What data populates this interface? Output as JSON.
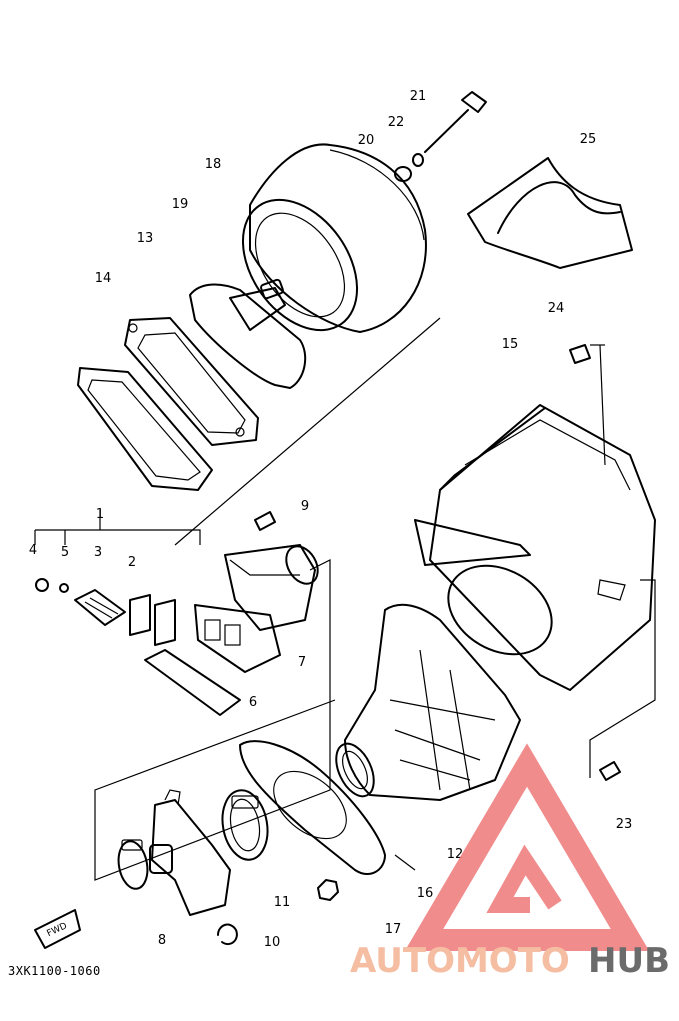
{
  "document_code": "3XK1100-1060",
  "fwd_label": "FWD",
  "callouts": [
    "1",
    "2",
    "3",
    "4",
    "5",
    "6",
    "7",
    "8",
    "9",
    "10",
    "11",
    "12",
    "13",
    "14",
    "15",
    "16",
    "17",
    "18",
    "19",
    "20",
    "21",
    "22",
    "23",
    "24",
    "25"
  ],
  "watermark": {
    "part1": "AUTOMOTO",
    "part2": "HUB",
    "accent_color": "#f08080",
    "secondary_color": "#f4b89a",
    "dark_color": "#5b5b5b"
  }
}
